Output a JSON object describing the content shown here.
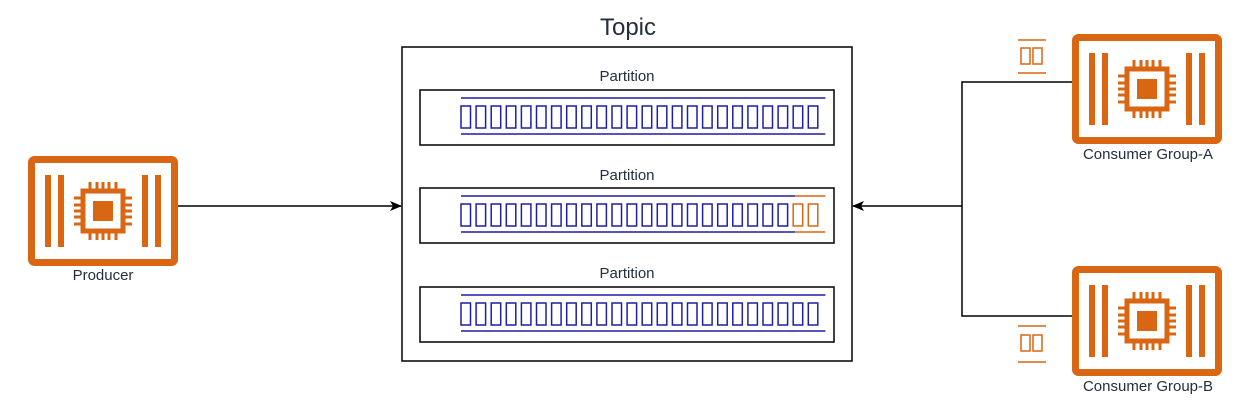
{
  "topic": {
    "title": "Topic"
  },
  "partitions": [
    {
      "label": "Partition",
      "messages": 24,
      "consumed_messages": 0
    },
    {
      "label": "Partition",
      "messages": 22,
      "consumed_messages": 2
    },
    {
      "label": "Partition",
      "messages": 24,
      "consumed_messages": 0
    }
  ],
  "producer": {
    "label": "Producer",
    "icon": "processor-chip-icon"
  },
  "consumers": [
    {
      "label": "Consumer Group-A",
      "icon": "processor-chip-icon"
    },
    {
      "label": "Consumer Group-B",
      "icon": "processor-chip-icon"
    }
  ],
  "colors": {
    "instance_orange": "#d86613",
    "message_blue": "#1f1fa3",
    "line": "#000000",
    "text": "#232f3e"
  }
}
